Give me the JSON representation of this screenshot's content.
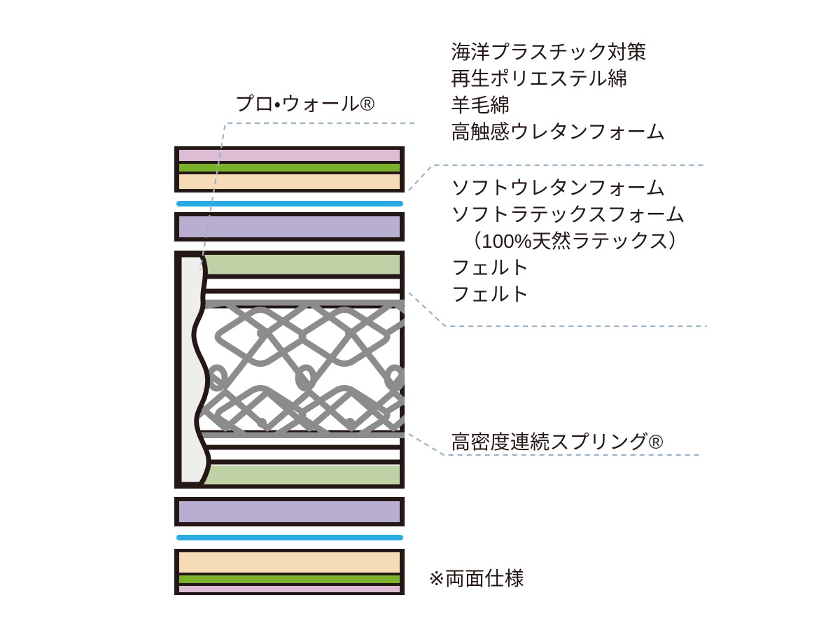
{
  "diagram": {
    "title_note": "※両面仕様",
    "pro_wall_label": "プロ・ウォール®",
    "spring_label": "高密度連続スプリング®",
    "top_group": {
      "lines": [
        "海洋プラスチック対策",
        "再生ポリエステル綿",
        "羊毛綿",
        "高触感ウレタンフォーム"
      ]
    },
    "mid_group": {
      "lines": [
        "ソフトウレタンフォーム",
        "ソフトラテックスフォーム",
        "（100%天然ラテックス）",
        "フェルト",
        "フェルト"
      ]
    },
    "colors": {
      "outline": "#231815",
      "cover_pink": "#ddbdd3",
      "wool_green": "#7cb12b",
      "urethane_peach": "#f5dcb6",
      "latex_cyan": "#28ace2",
      "soft_purple": "#b8aed0",
      "felt_sage": "#bed2a6",
      "spring_gray": "#8c8c8c",
      "wall_fill": "#eeeeec",
      "leader_line": "#9fb2c4",
      "text": "#231815",
      "background": "#ffffff"
    },
    "layers": [
      {
        "name": "cover-top",
        "color_key": "cover_pink",
        "side": "top"
      },
      {
        "name": "wool-top",
        "color_key": "wool_green",
        "side": "top"
      },
      {
        "name": "urethane-top",
        "color_key": "urethane_peach",
        "side": "top"
      },
      {
        "name": "latex-line-top",
        "color_key": "latex_cyan",
        "side": "top"
      },
      {
        "name": "soft-urethane-top",
        "color_key": "soft_purple",
        "side": "top"
      },
      {
        "name": "felt-top",
        "color_key": "felt_sage",
        "side": "top"
      },
      {
        "name": "felt-strip-top-1",
        "color_key": "background",
        "side": "top"
      },
      {
        "name": "felt-strip-top-2",
        "color_key": "background",
        "side": "top"
      },
      {
        "name": "spring-core",
        "color_key": "spring_gray",
        "side": "core"
      },
      {
        "name": "felt-strip-bottom-1",
        "color_key": "background",
        "side": "bottom"
      },
      {
        "name": "felt-strip-bottom-2",
        "color_key": "background",
        "side": "bottom"
      },
      {
        "name": "felt-bottom",
        "color_key": "felt_sage",
        "side": "bottom"
      },
      {
        "name": "soft-urethane-bottom",
        "color_key": "soft_purple",
        "side": "bottom"
      },
      {
        "name": "latex-line-bottom",
        "color_key": "latex_cyan",
        "side": "bottom"
      },
      {
        "name": "urethane-bottom",
        "color_key": "urethane_peach",
        "side": "bottom"
      },
      {
        "name": "wool-bottom",
        "color_key": "wool_green",
        "side": "bottom"
      },
      {
        "name": "cover-bottom",
        "color_key": "cover_pink",
        "side": "bottom"
      }
    ]
  }
}
